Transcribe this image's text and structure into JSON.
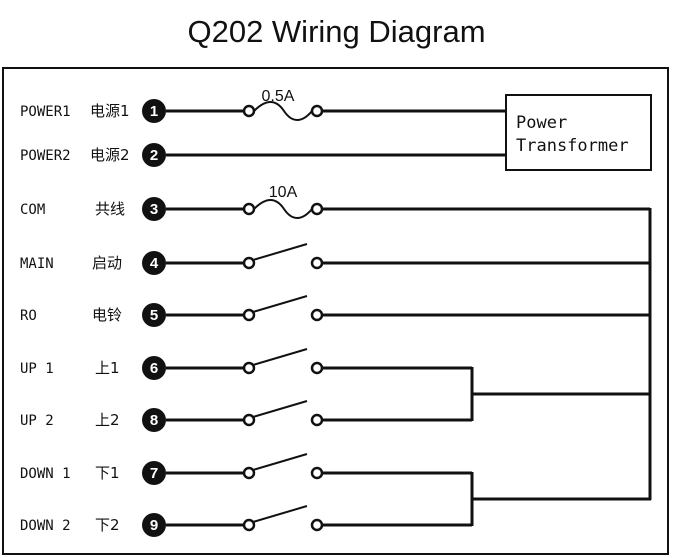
{
  "title": "Q202 Wiring Diagram",
  "transformer": {
    "line1": "Power",
    "line2": "Transformer"
  },
  "fuses": [
    {
      "rating": "0.5A"
    },
    {
      "rating": "10A"
    }
  ],
  "terminals": [
    {
      "label": "POWER1",
      "cn": "电源1",
      "num": "1"
    },
    {
      "label": "POWER2",
      "cn": "电源2",
      "num": "2"
    },
    {
      "label": "COM",
      "cn": "共线",
      "num": "3"
    },
    {
      "label": "MAIN",
      "cn": "启动",
      "num": "4"
    },
    {
      "label": "RO",
      "cn": "电铃",
      "num": "5"
    },
    {
      "label": "UP 1",
      "cn": "上1",
      "num": "6"
    },
    {
      "label": "UP 2",
      "cn": "上2",
      "num": "8"
    },
    {
      "label": "DOWN 1",
      "cn": "下1",
      "num": "7"
    },
    {
      "label": "DOWN 2",
      "cn": "下2",
      "num": "9"
    }
  ]
}
